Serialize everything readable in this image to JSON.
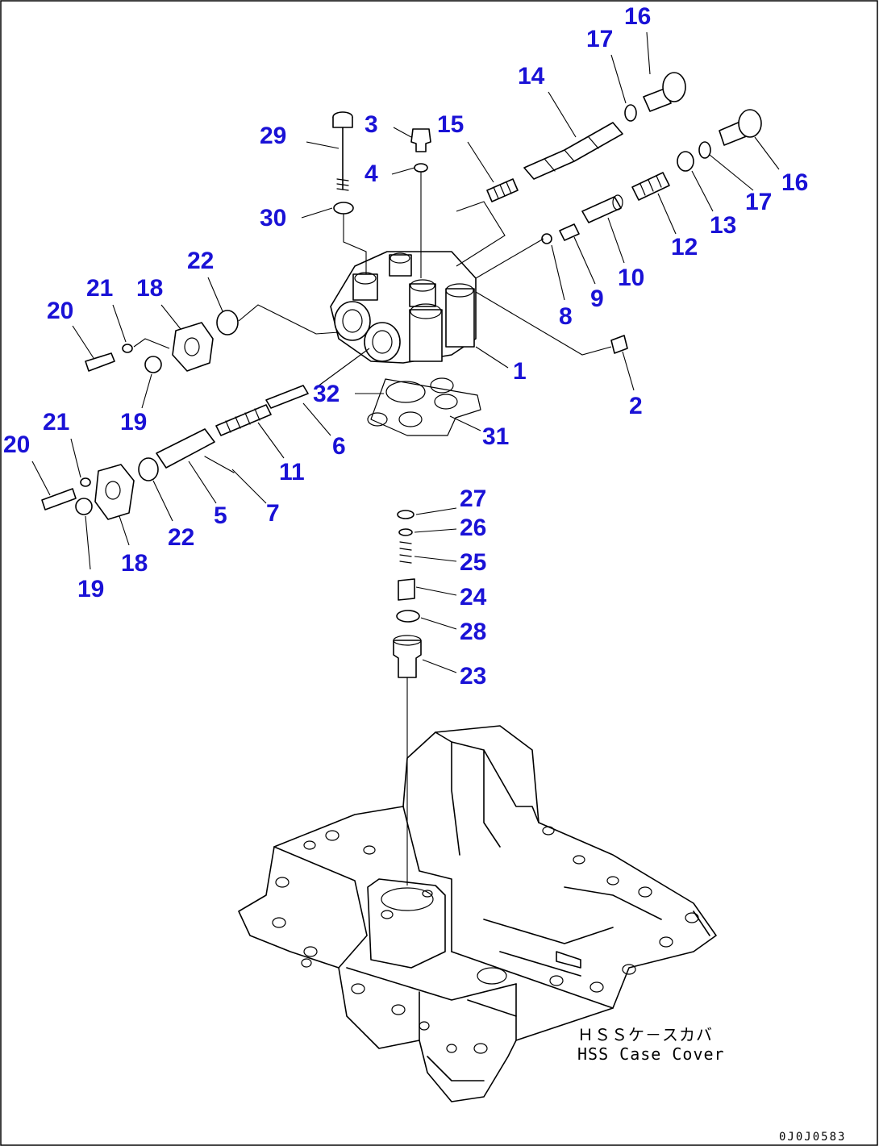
{
  "diagram": {
    "caption_jp": "ＨＳＳケ－スカバ",
    "caption_en": "HSS Case Cover",
    "figure_code": "0J0J0583",
    "callouts": [
      "16",
      "17",
      "14",
      "29",
      "3",
      "15",
      "4",
      "30",
      "17",
      "16",
      "13",
      "12",
      "22",
      "10",
      "9",
      "8",
      "21",
      "18",
      "20",
      "1",
      "2",
      "19",
      "32",
      "31",
      "6",
      "11",
      "21",
      "20",
      "7",
      "5",
      "22",
      "18",
      "19",
      "27",
      "26",
      "25",
      "24",
      "28",
      "23"
    ],
    "colors": {
      "callout": "#1a12d6",
      "line": "#000000",
      "background": "#ffffff"
    }
  }
}
